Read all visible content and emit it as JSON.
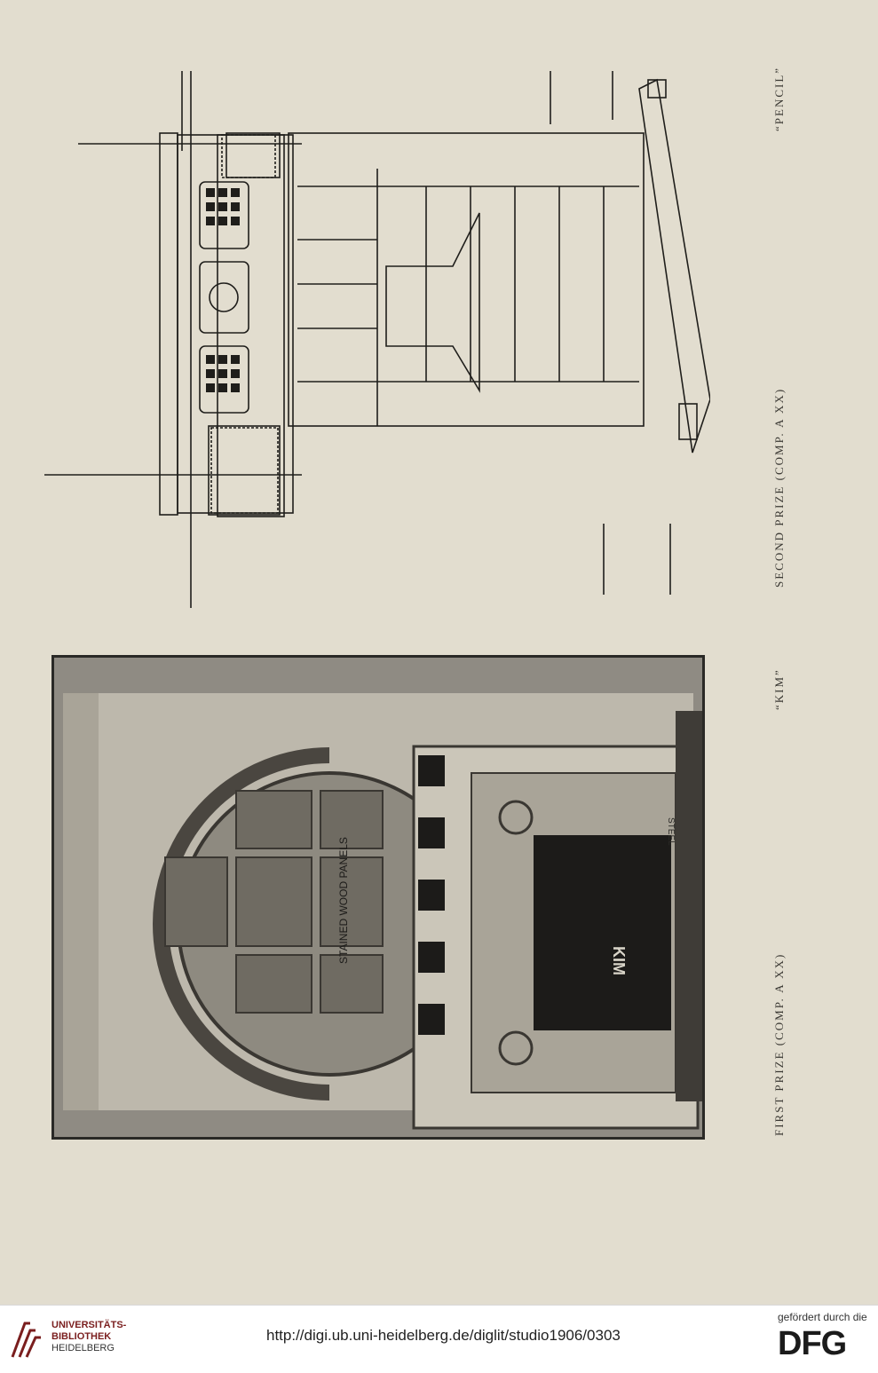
{
  "captions": {
    "pencil": "“PENCIL”",
    "second_prize": "SECOND PRIZE (COMP. A XX)",
    "kim": "“KIM”",
    "first_prize": "FIRST PRIZE (COMP. A XX)"
  },
  "plate_text": {
    "stained_panels": "STAINED WOOD PANELS",
    "kim_label": "KIM",
    "steel_label": "STEEL"
  },
  "footer": {
    "library_line1": "UNIVERSITÄTS-",
    "library_line2": "BIBLIOTHEK",
    "library_line3": "HEIDELBERG",
    "url": "http://digi.ub.uni-heidelberg.de/diglit/studio1906/0303",
    "funded_by": "gefördert durch die",
    "dfg": "DFG"
  },
  "colors": {
    "paper": "#e2ddcf",
    "ink": "#1f1e1b",
    "plate_bg": "#8f8b83",
    "library_red": "#7a1e1e"
  }
}
